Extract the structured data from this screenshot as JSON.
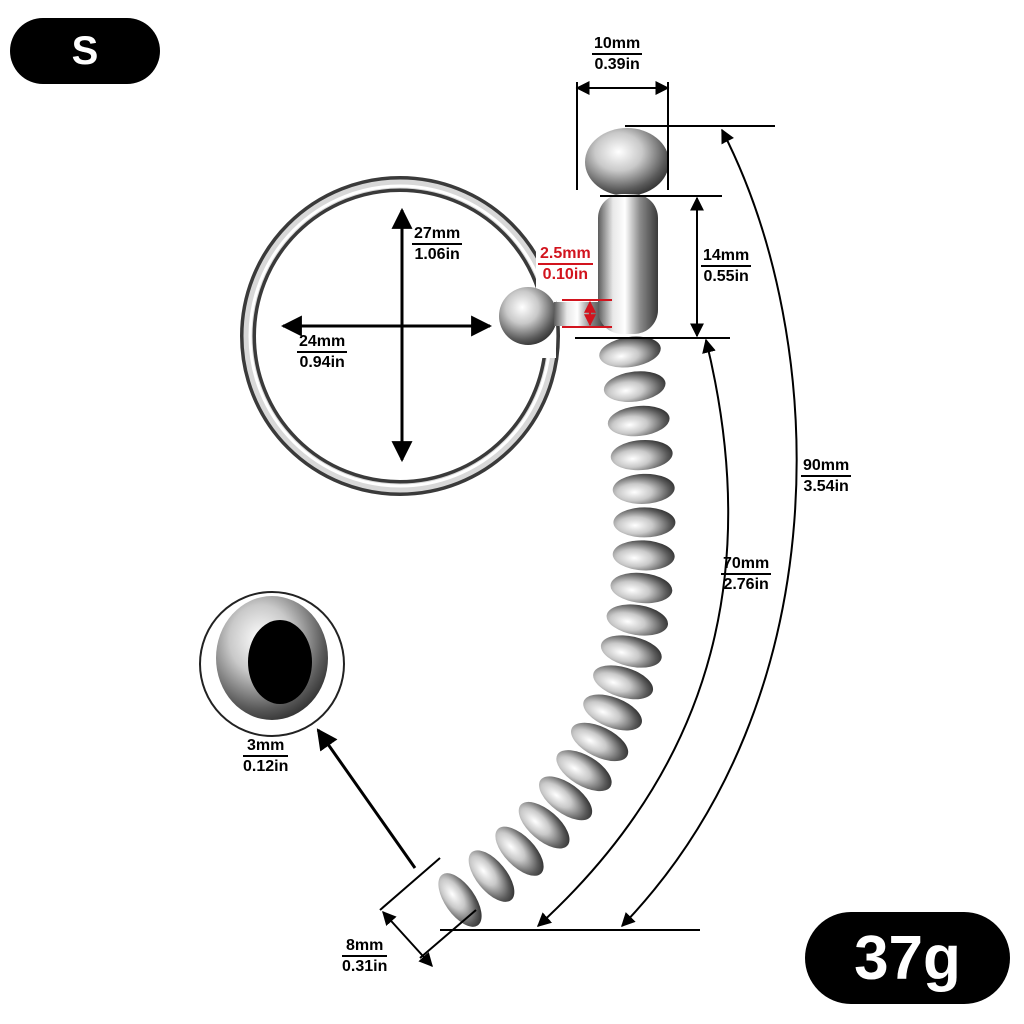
{
  "size_badge": "S",
  "weight_badge": "37g",
  "dimensions": {
    "tip_width": {
      "mm": "10mm",
      "in": "0.39in"
    },
    "ring_height": {
      "mm": "27mm",
      "in": "1.06in"
    },
    "ring_width": {
      "mm": "24mm",
      "in": "0.94in"
    },
    "pin_diameter": {
      "mm": "2.5mm",
      "in": "0.10in"
    },
    "barrel_length": {
      "mm": "14mm",
      "in": "0.55in"
    },
    "total_length": {
      "mm": "90mm",
      "in": "3.54in"
    },
    "beaded_length": {
      "mm": "70mm",
      "in": "2.76in"
    },
    "bore_diameter": {
      "mm": "3mm",
      "in": "0.12in"
    },
    "end_diameter": {
      "mm": "8mm",
      "in": "0.31in"
    }
  },
  "colors": {
    "highlight": "#d2141e",
    "badge": "#000000"
  }
}
